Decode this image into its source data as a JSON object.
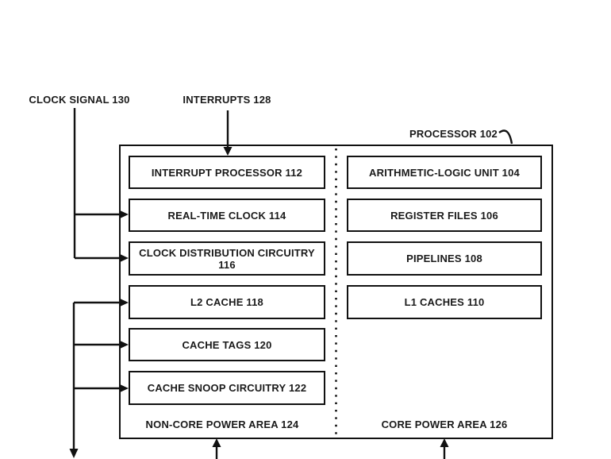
{
  "figure": {
    "colors": {
      "background": "#ffffff",
      "line": "#111111",
      "text": "#1a1a1a"
    },
    "labels": {
      "clock_signal": "CLOCK SIGNAL 130",
      "interrupts": "INTERRUPTS 128",
      "processor": "PROCESSOR 102"
    },
    "non_core_area": {
      "label": "NON-CORE POWER AREA 124",
      "blocks": [
        "INTERRUPT PROCESSOR 112",
        "REAL-TIME CLOCK 114",
        "CLOCK DISTRIBUTION CIRCUITRY 116",
        "L2 CACHE 118",
        "CACHE TAGS 120",
        "CACHE SNOOP CIRCUITRY 122"
      ]
    },
    "core_area": {
      "label": "CORE POWER AREA 126",
      "blocks": [
        "ARITHMETIC-LOGIC UNIT 104",
        "REGISTER FILES 106",
        "PIPELINES 108",
        "L1 CACHES 110"
      ]
    }
  }
}
